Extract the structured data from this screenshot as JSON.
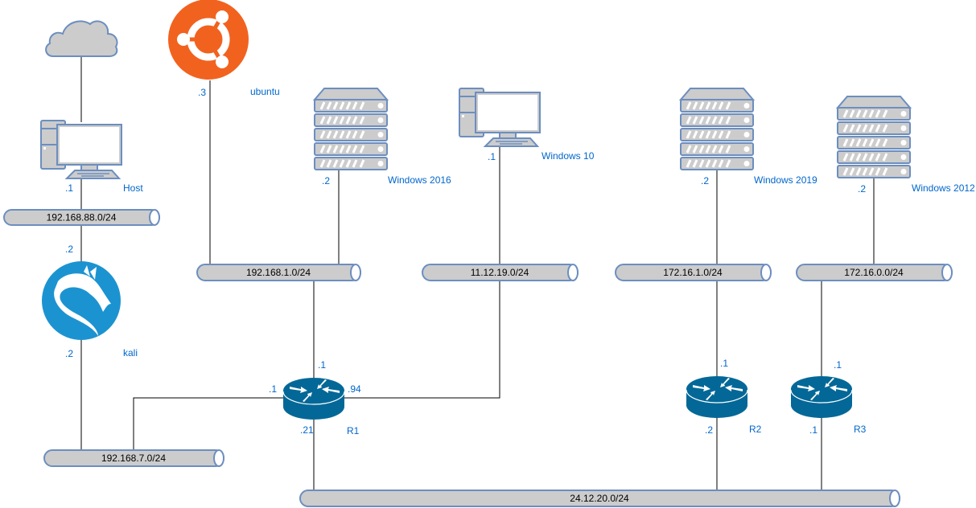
{
  "diagram": {
    "title": "Network topology",
    "colors": {
      "label": "#0066cc",
      "segment_fill": "#cccccc",
      "segment_stroke": "#6c8ebf",
      "router": "#036897",
      "ubuntu": "#f2621f",
      "kali": "#1c93d1",
      "wire": "#000000"
    },
    "segments": [
      {
        "id": "net-192-168-88",
        "label": "192.168.88.0/24"
      },
      {
        "id": "net-192-168-1",
        "label": "192.168.1.0/24"
      },
      {
        "id": "net-11-12-19",
        "label": "11.12.19.0/24"
      },
      {
        "id": "net-172-16-1",
        "label": "172.16.1.0/24"
      },
      {
        "id": "net-172-16-0",
        "label": "172.16.0.0/24"
      },
      {
        "id": "net-192-168-7",
        "label": "192.168.7.0/24"
      },
      {
        "id": "net-24-12-20",
        "label": "24.12.20.0/24"
      }
    ],
    "nodes": [
      {
        "id": "internet",
        "icon": "cloud-icon",
        "name": ""
      },
      {
        "id": "host",
        "icon": "desktop-icon",
        "name": "Host",
        "ips": [
          ".1"
        ]
      },
      {
        "id": "kali",
        "icon": "kali-logo-icon",
        "name": "kali",
        "ips": [
          ".2",
          ".2"
        ]
      },
      {
        "id": "ubuntu",
        "icon": "ubuntu-logo-icon",
        "name": "ubuntu",
        "ips": [
          ".3"
        ]
      },
      {
        "id": "win2016",
        "icon": "server-icon",
        "name": "Windows 2016",
        "ips": [
          ".2"
        ]
      },
      {
        "id": "win10",
        "icon": "desktop-icon",
        "name": "Windows 10",
        "ips": [
          ".1"
        ]
      },
      {
        "id": "win2019",
        "icon": "server-icon",
        "name": "Windows 2019",
        "ips": [
          ".2"
        ]
      },
      {
        "id": "win2012",
        "icon": "server-icon",
        "name": "Windows 2012",
        "ips": [
          ".2"
        ]
      },
      {
        "id": "r1",
        "icon": "router-icon",
        "name": "R1",
        "ips": [
          ".1",
          ".1",
          ".94",
          ".21"
        ]
      },
      {
        "id": "r2",
        "icon": "router-icon",
        "name": "R2",
        "ips": [
          ".1",
          ".2"
        ]
      },
      {
        "id": "r3",
        "icon": "router-icon",
        "name": "R3",
        "ips": [
          ".1",
          ".1"
        ]
      }
    ]
  }
}
